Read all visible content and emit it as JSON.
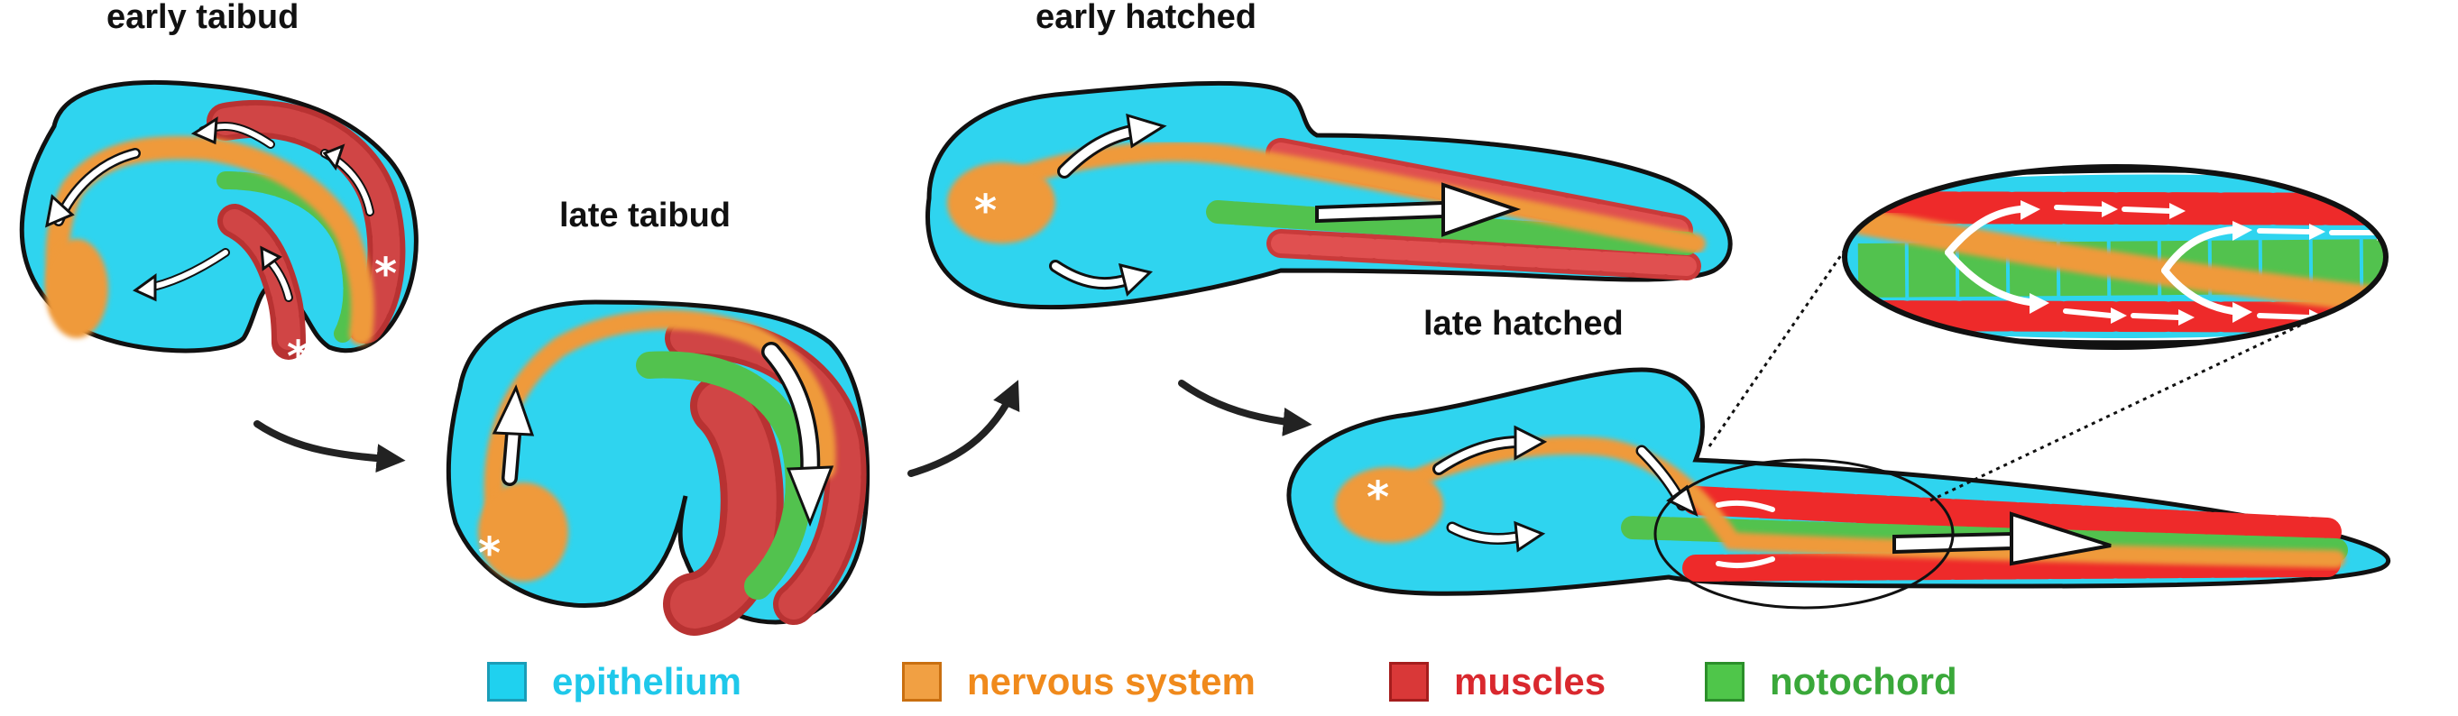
{
  "stages": [
    {
      "id": "early-tailbud",
      "title": "early taibud"
    },
    {
      "id": "late-tailbud",
      "title": "late taibud"
    },
    {
      "id": "early-hatched",
      "title": "early hatched"
    },
    {
      "id": "late-hatched",
      "title": "late hatched"
    }
  ],
  "legend": [
    {
      "label": "epithelium",
      "color": "#1fd1ef",
      "border": "#1a9db8"
    },
    {
      "label": "nervous system",
      "color": "#f1a043",
      "border": "#c96f10"
    },
    {
      "label": "muscles",
      "color": "#d93838",
      "border": "#a51d1d"
    },
    {
      "label": "notochord",
      "color": "#4fc64a",
      "border": "#2b8f2a"
    }
  ],
  "colors": {
    "epithelium": "#2fd4ef",
    "nervous": "#ef9a3a",
    "muscle": "#c93a3a",
    "muscle_bright": "#ee2a2a",
    "notochord": "#52c24e",
    "outline": "#111111",
    "arrow": "#ffffff",
    "text_epithelium": "#1fc8ea",
    "text_nervous": "#f08a1c",
    "text_muscles": "#d9282e",
    "text_notochord": "#3aa83a"
  },
  "markers": {
    "asterisk": "*"
  }
}
